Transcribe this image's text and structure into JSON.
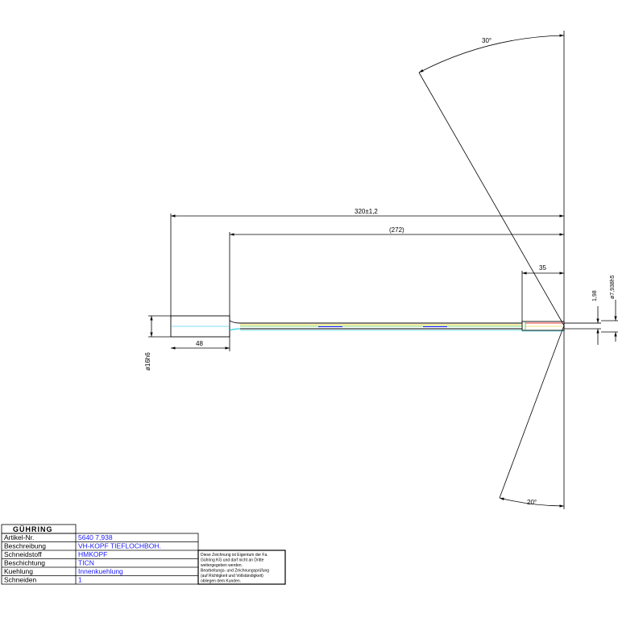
{
  "dimensions": {
    "overall_length": "320±1,2",
    "reference_length": "(272)",
    "head_length": "35",
    "shank_length": "48",
    "shank_diameter": "ø16h6",
    "head_diameter": "ø7,938h5",
    "offset": "1,98",
    "angle_top": "30°",
    "angle_bottom": "20°"
  },
  "title_block": {
    "logo": "GÜHRING",
    "rows": [
      {
        "label": "Artikel-Nr.",
        "value": "5640  7,938"
      },
      {
        "label": "Beschreibung",
        "value": "VH-KOPF  TIEFLOCHBOH."
      },
      {
        "label": "Schneidstoff",
        "value": "HMKOPF"
      },
      {
        "label": "Beschichtung",
        "value": "TICN"
      },
      {
        "label": "Kuehlung",
        "value": "Innenkuehlung"
      },
      {
        "label": "Schneiden",
        "value": "1"
      }
    ],
    "notice": [
      "Diese Zeichnung ist Eigentum der Fa.",
      "Gühring KG und darf nicht an Dritte",
      "weitergegeben werden.",
      "Bearbeitungs- und Zeichnungsprüfung",
      "(auf Richtigkeit und Vollständigkeit)",
      "obliegen dem Kunden."
    ]
  },
  "colors": {
    "line": "#000000",
    "yellow": "#e6c800",
    "cyan": "#00c8dc",
    "green": "#00b400",
    "red": "#e60000",
    "blue": "#1a1aff"
  }
}
